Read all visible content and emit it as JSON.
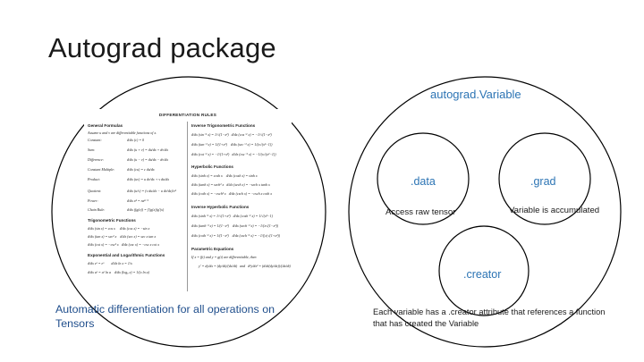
{
  "slide": {
    "title": "Autograd package"
  },
  "left_panel": {
    "caption": "Automatic differentiation for all operations on Tensors",
    "sheet": {
      "title": "DIFFERENTIATION RULES",
      "sections_left": [
        "General Formulas",
        "Trigonometric Functions",
        "Exponential and Logarithmic Functions"
      ],
      "sections_right": [
        "Inverse Trigonometric Functions",
        "Hyperbolic Functions",
        "Inverse Hyperbolic Functions",
        "Parametric Equations"
      ],
      "general_rows": [
        "Constant:",
        "Sum:",
        "Difference:",
        "Constant Multiple:",
        "Product:",
        "Quotient:",
        "Power:",
        "Chain Rule:"
      ]
    }
  },
  "right_panel": {
    "title": "autograd.Variable",
    "data_node": {
      "label": ".data",
      "description": "Access raw tensor"
    },
    "grad_node": {
      "label": ".grad",
      "description": "Variable is accumulated"
    },
    "creator_node": {
      "label": ".creator"
    },
    "caption": "Each variable has a .creator attribute that references a function that has created the Variable"
  },
  "colors": {
    "accent": "#2c74b4",
    "caption_blue": "#1f4e8c",
    "outline": "#000000"
  }
}
